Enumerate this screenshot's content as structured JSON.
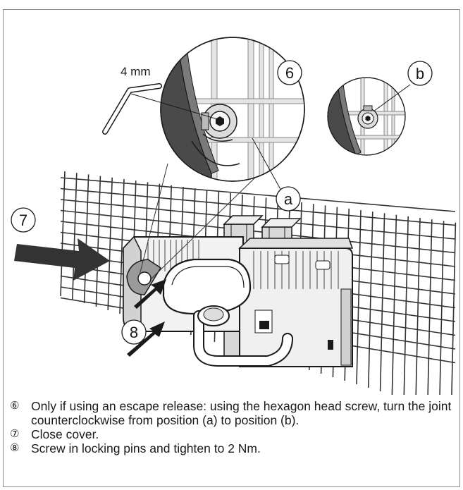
{
  "figure": {
    "dimension_label": "4 mm",
    "callout_step6": "6",
    "callout_step7": "7",
    "callout_step8": "8",
    "callout_a": "a",
    "callout_b": "b"
  },
  "steps": [
    {
      "marker": "⑥",
      "text": "Only if using an escape release: using the hexagon head screw, turn the joint counterclockwise from position (a) to position (b)."
    },
    {
      "marker": "⑦",
      "text": "Close cover."
    },
    {
      "marker": "⑧",
      "text": "Screw in locking pins and tighten to 2 Nm."
    }
  ],
  "colors": {
    "line": "#1a1a1a",
    "dark_part": "#4a4a4a",
    "light_part": "#e6e6e6",
    "mid_part": "#b0b0b0",
    "frame": "#8c8c8c"
  }
}
